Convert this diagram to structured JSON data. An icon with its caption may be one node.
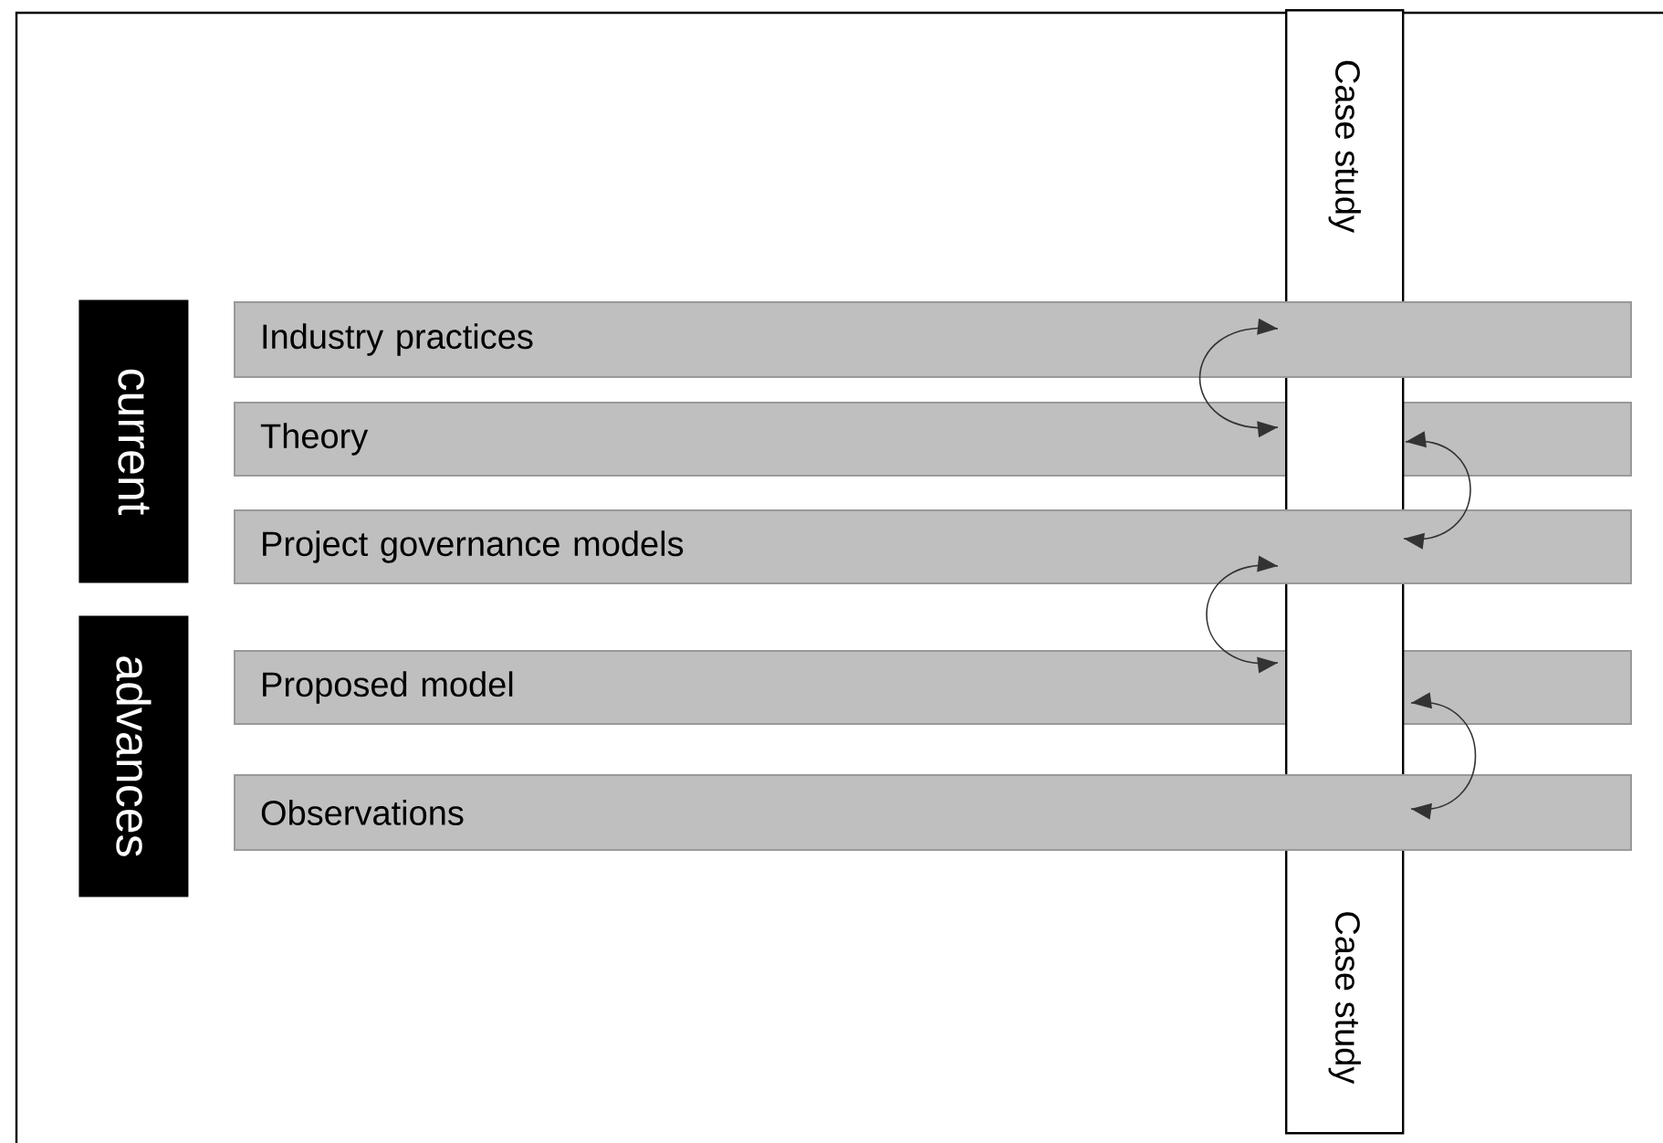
{
  "diagram": {
    "nodes": [
      {
        "text": [
          "Case study",
          "Case study"
        ]
      },
      {
        "text": [
          "current"
        ]
      },
      {
        "text": [
          "advances"
        ]
      },
      {
        "text": [
          "Industry practices"
        ]
      },
      {
        "text": [
          "Theory"
        ]
      },
      {
        "text": [
          "Project governance models"
        ]
      },
      {
        "text": [
          "Proposed model"
        ]
      },
      {
        "text": [
          "Observations"
        ]
      }
    ],
    "edges": [
      {
        "from": 3,
        "to": 4,
        "arrow": "both"
      },
      {
        "from": 4,
        "to": 5,
        "arrow": "both"
      },
      {
        "from": 5,
        "to": 6,
        "arrow": "both"
      },
      {
        "from": 6,
        "to": 7,
        "arrow": "both"
      }
    ]
  }
}
